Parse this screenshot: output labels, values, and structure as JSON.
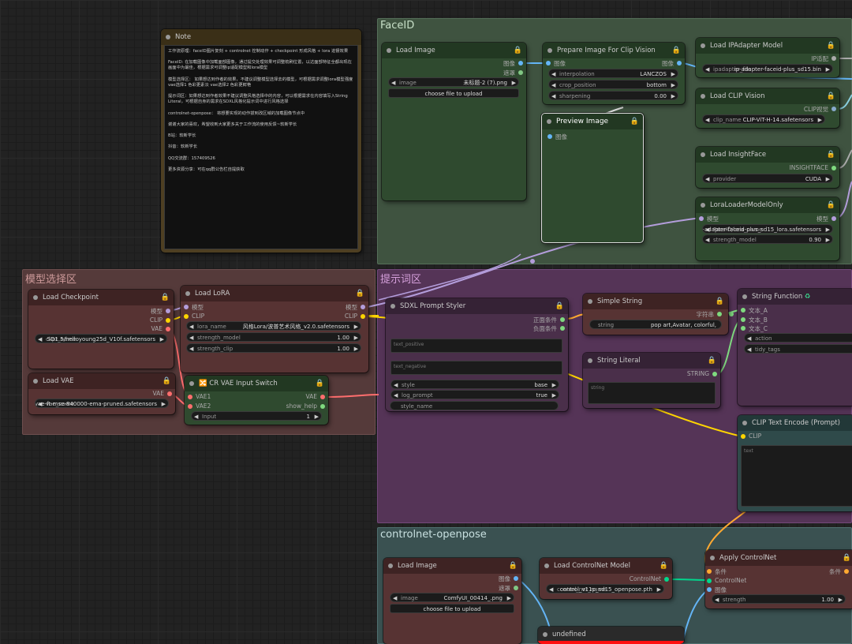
{
  "groups": {
    "faceid": "FaceID",
    "model_select": "模型选择区",
    "prompt": "提示词区",
    "controlnet": "controlnet-openpose"
  },
  "note": {
    "title": "Note",
    "text": "工作流原理：faceID图片复刻 + controlnet 控制动作 + checkpoint 形成风格 + lora 进督效果\n\nFaceID: 在加载图像中加载面部图像，通过提交处理效果可调整梳刷位置，以达面部特征全都出现在画面中为最佳，根据需求可调整ip适配模型和lora模型\n\n模型选择区： 如果想达到作者的效果，不建议调整模型选择去的模型，可根据需求调整lora模型强度 vae选择1 色彩更素淡 vae选择2 色彩更鲜艳\n\n提示词区：如果想达到作者效果不建议调整风格选择中的内容，可以根据需求在内容填写入String Literal，可根据自身的需求在SDXL风格化提示词中进行风格选择\n\ncontrolnet-openpose： 将想要实现的动作拔到改区域的加载图像节点中\n\n谢谢大家的喜欢，希望收到大家更多关于工作流的使用反馈~软新学长\n\nB站：软新学长\n\n抖音：软新学长\n\nQQ交流群：157409526\n\n更多资源分享：可在qq群公告栏自提获取"
  },
  "load_image_1": {
    "title": "Load Image",
    "out_image": "图像",
    "out_mask": "遮罩",
    "w_image_label": "image",
    "w_image_value": "未标题-2 (7).png",
    "upload": "choose file to upload"
  },
  "prepare_image": {
    "title": "Prepare Image For Clip Vision",
    "in_image": "图像",
    "out_image": "图像",
    "interpolation_label": "interpolation",
    "interpolation_value": "LANCZOS",
    "crop_label": "crop_position",
    "crop_value": "bottom",
    "sharpening_label": "sharpening",
    "sharpening_value": "0.00"
  },
  "preview_image": {
    "title": "Preview Image",
    "in_image": "图像"
  },
  "load_ipadapter": {
    "title": "Load IPAdapter Model",
    "out": "IP适配",
    "label": "ipadapter_file",
    "value": "ip-adapter-faceid-plus_sd15.bin"
  },
  "load_clip_vision": {
    "title": "Load CLIP Vision",
    "out": "CLIP视觉",
    "label": "clip_name",
    "value": "CLIP-ViT-H-14.safetensors"
  },
  "load_insightface": {
    "title": "Load InsightFace",
    "out": "INSIGHTFACE",
    "label": "provider",
    "value": "CUDA"
  },
  "lora_loader_model_only": {
    "title": "LoraLoaderModelOnly",
    "in_model": "模型",
    "out_model": "模型",
    "lora_label": "FaceID/lora_name",
    "lora_value": "ip-adapter-faceid-plus_sd15_lora.safetensors",
    "strength_label": "strength_model",
    "strength_value": "0.90"
  },
  "load_checkpoint": {
    "title": "Load Checkpoint",
    "out_model": "模型",
    "out_clip": "CLIP",
    "out_vae": "VAE",
    "label": "ckpt_name",
    "value": "SD1.5/helloyoung25d_V10f.safetensors"
  },
  "load_lora": {
    "title": "Load LoRA",
    "in_model": "模型",
    "in_clip": "CLIP",
    "out_model": "模型",
    "out_clip": "CLIP",
    "lora_label": "lora_name",
    "lora_value": "风格Lora/波普艺术风格_v2.0.safetensors",
    "sm_label": "strength_model",
    "sm_value": "1.00",
    "sc_label": "strength_clip",
    "sc_value": "1.00"
  },
  "load_vae": {
    "title": "Load VAE",
    "out_vae": "VAE",
    "label": "vae_name",
    "value": "vae-ft-mse-840000-ema-pruned.safetensors"
  },
  "cr_vae_switch": {
    "title": "CR VAE Input Switch",
    "in_vae1": "VAE1",
    "in_vae2": "VAE2",
    "out_vae": "VAE",
    "out_help": "show_help",
    "input_label": "Input",
    "input_value": "1"
  },
  "sdxl_styler": {
    "title": "SDXL Prompt Styler",
    "out_pos": "正面条件",
    "out_neg": "负面条件",
    "text_positive": "text_positive",
    "text_negative": "text_negative",
    "style_label": "style",
    "style_value": "base",
    "log_label": "log_prompt",
    "log_value": "true",
    "style_name": "style_name"
  },
  "simple_string": {
    "title": "Simple String",
    "out": "字符串",
    "label": "string",
    "value": "pop art,Avatar, colorful,"
  },
  "string_literal": {
    "title": "String Literal",
    "out": "STRING",
    "placeholder": "string"
  },
  "string_function": {
    "title": "String Function",
    "in_a": "文本_A",
    "in_b": "文本_B",
    "in_c": "文本_C",
    "action_label": "action",
    "tidy_label": "tidy_tags"
  },
  "clip_text_encode": {
    "title": "CLIP Text Encode (Prompt)",
    "in_clip": "CLIP",
    "placeholder": "text"
  },
  "load_image_2": {
    "title": "Load Image",
    "out_image": "图像",
    "out_mask": "遮罩",
    "w_image_label": "image",
    "w_image_value": "ComfyUI_00414_.png",
    "upload": "choose file to upload"
  },
  "load_controlnet": {
    "title": "Load ControlNet Model",
    "out": "ControlNet",
    "label": "control_net_name",
    "value": "control_v11p_sd15_openpose.pth"
  },
  "apply_controlnet": {
    "title": "Apply ControlNet",
    "in_cond": "条件",
    "in_cn": "ControlNet",
    "in_image": "图像",
    "out_cond": "条件",
    "strength_label": "strength",
    "strength_value": "1.00"
  },
  "undefined_node": {
    "title": "undefined"
  },
  "colors": {
    "faceid_group": "#3f5340",
    "model_group": "#553a3a",
    "prompt_group": "#553457",
    "controlnet_group": "#3a5151",
    "node_green_body": "#2f4a2f",
    "node_green_title": "#223822",
    "node_red_body": "#573333",
    "node_red_title": "#3e2323",
    "node_purple_body": "#4a2f4a",
    "node_purple_title": "#352235",
    "note_body": "#4e3f22"
  }
}
